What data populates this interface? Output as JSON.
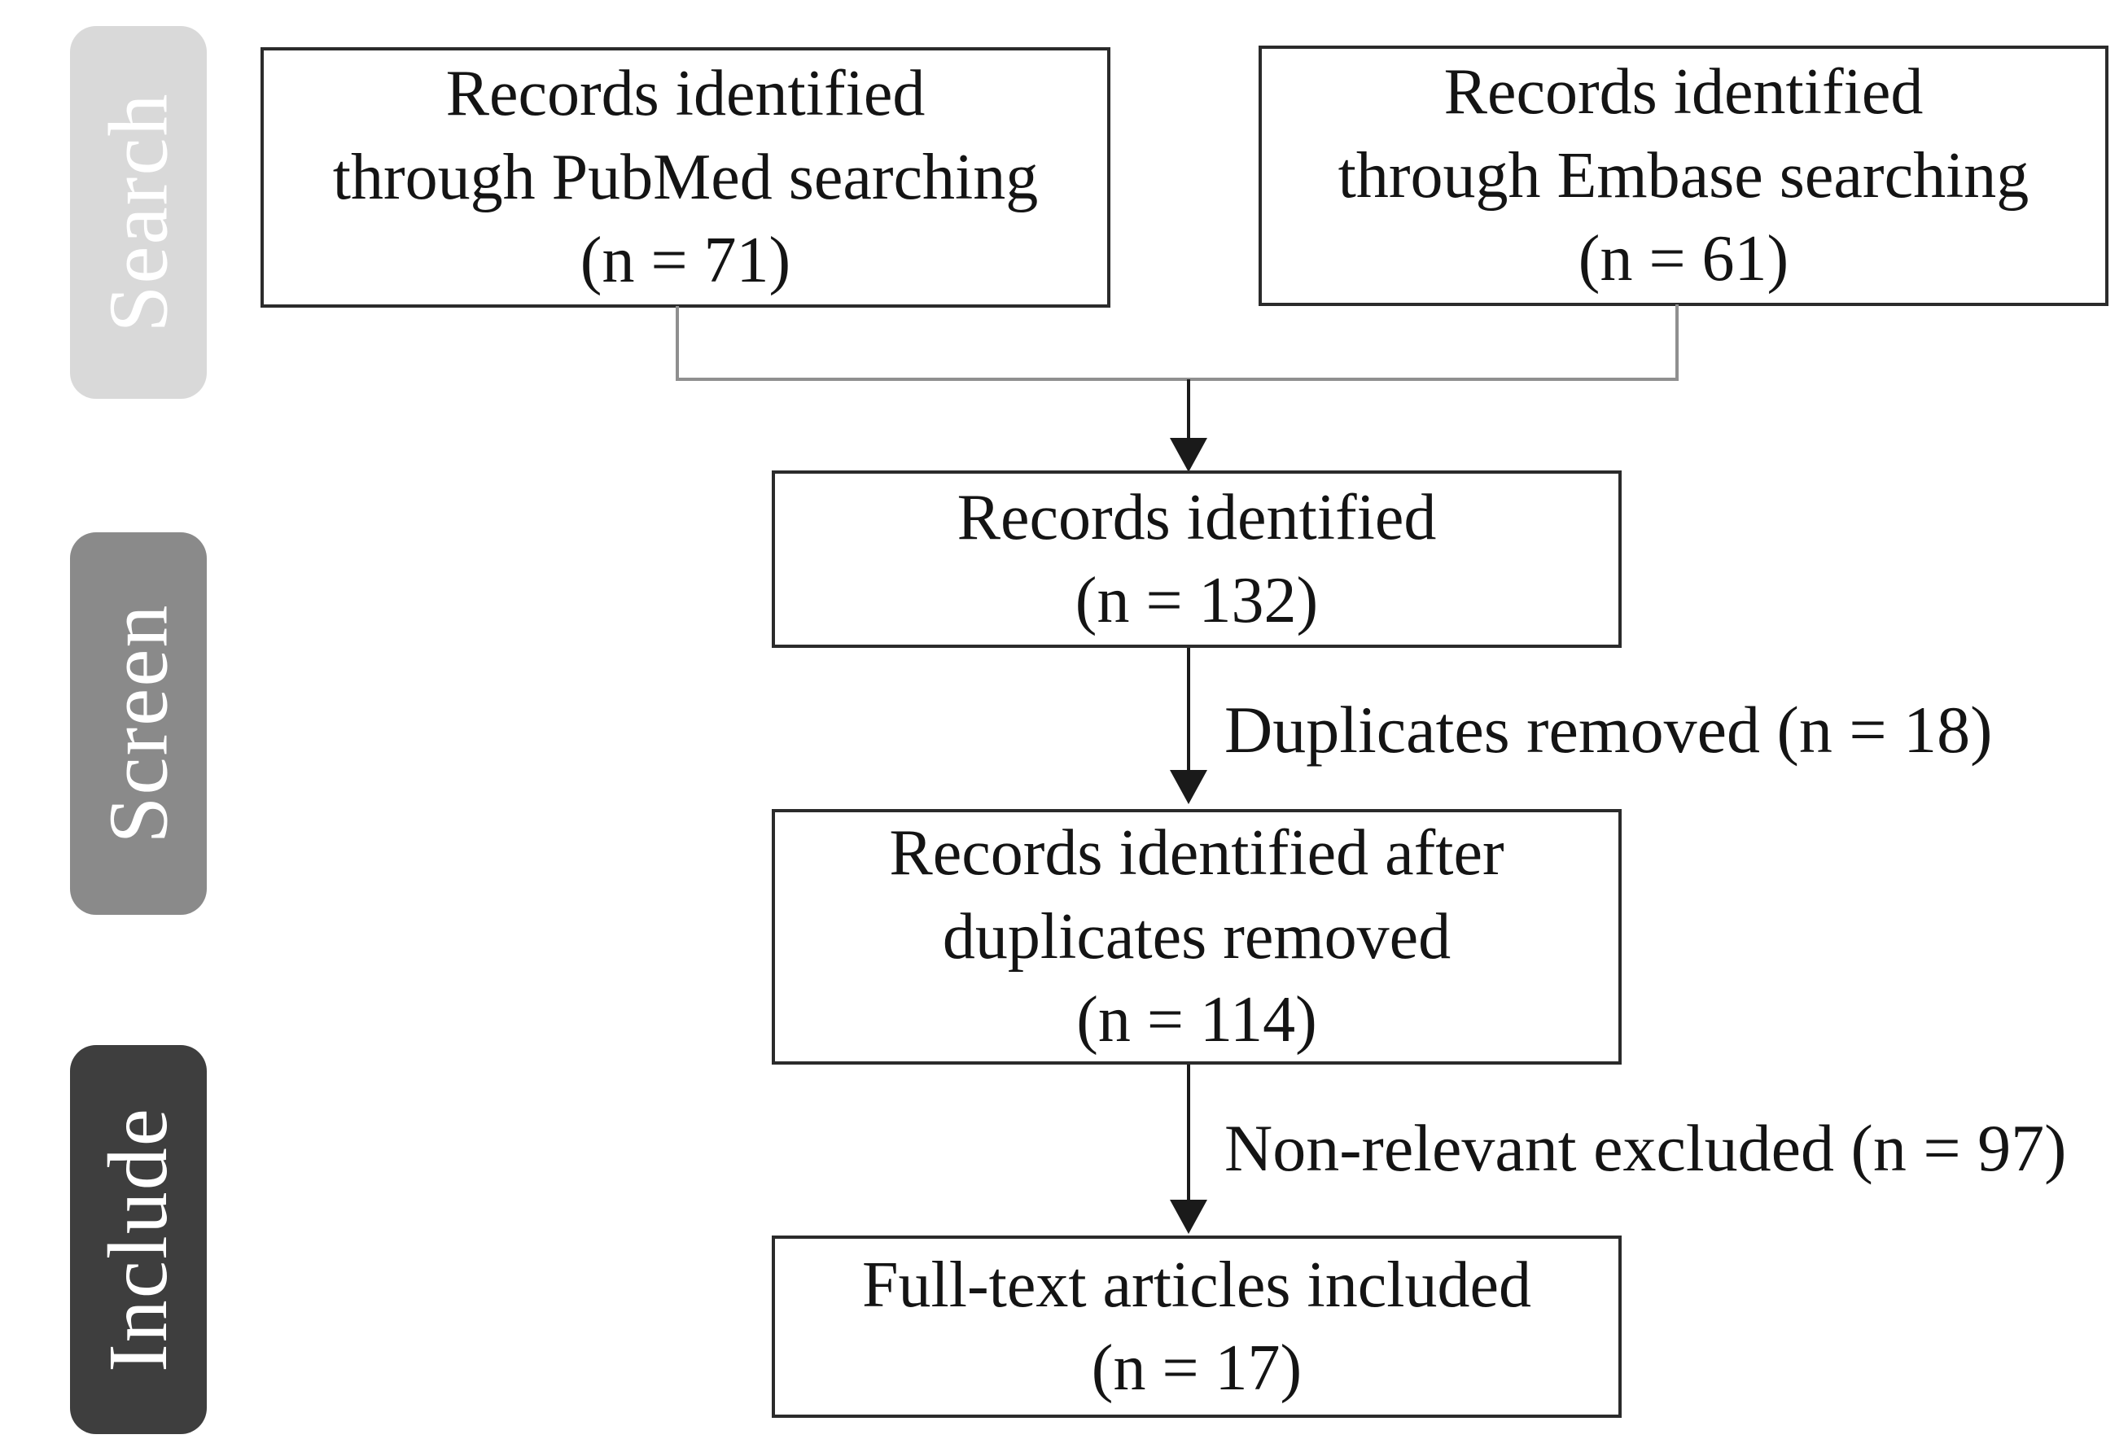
{
  "stages": [
    {
      "label": "Search",
      "fill": "#d9d9d9",
      "text_color": "#ffffff"
    },
    {
      "label": "Screen",
      "fill": "#8a8a8a",
      "text_color": "#ffffff"
    },
    {
      "label": "Include",
      "fill": "#3e3e3e",
      "text_color": "#ffffff"
    }
  ],
  "boxes": {
    "pubmed": {
      "lines": [
        "Records identified",
        "through PubMed searching",
        "(n = 71)"
      ]
    },
    "embase": {
      "lines": [
        "Records identified",
        "through Embase searching",
        "(n = 61)"
      ]
    },
    "identified": {
      "lines": [
        "Records identified",
        "(n = 132)"
      ]
    },
    "deduplicated": {
      "lines": [
        "Records identified after",
        "duplicates removed",
        "(n = 114)"
      ]
    },
    "included": {
      "lines": [
        "Full-text articles included",
        "(n = 17)"
      ]
    }
  },
  "edge_labels": {
    "duplicates": "Duplicates removed (n = 18)",
    "nonrelevant": "Non-relevant excluded (n = 97)"
  },
  "colors": {
    "background": "#ffffff",
    "box_border": "#2b2b2b",
    "box_text": "#141414",
    "connector_gray": "#8f8f8f",
    "arrow_black": "#1a1a1a"
  }
}
